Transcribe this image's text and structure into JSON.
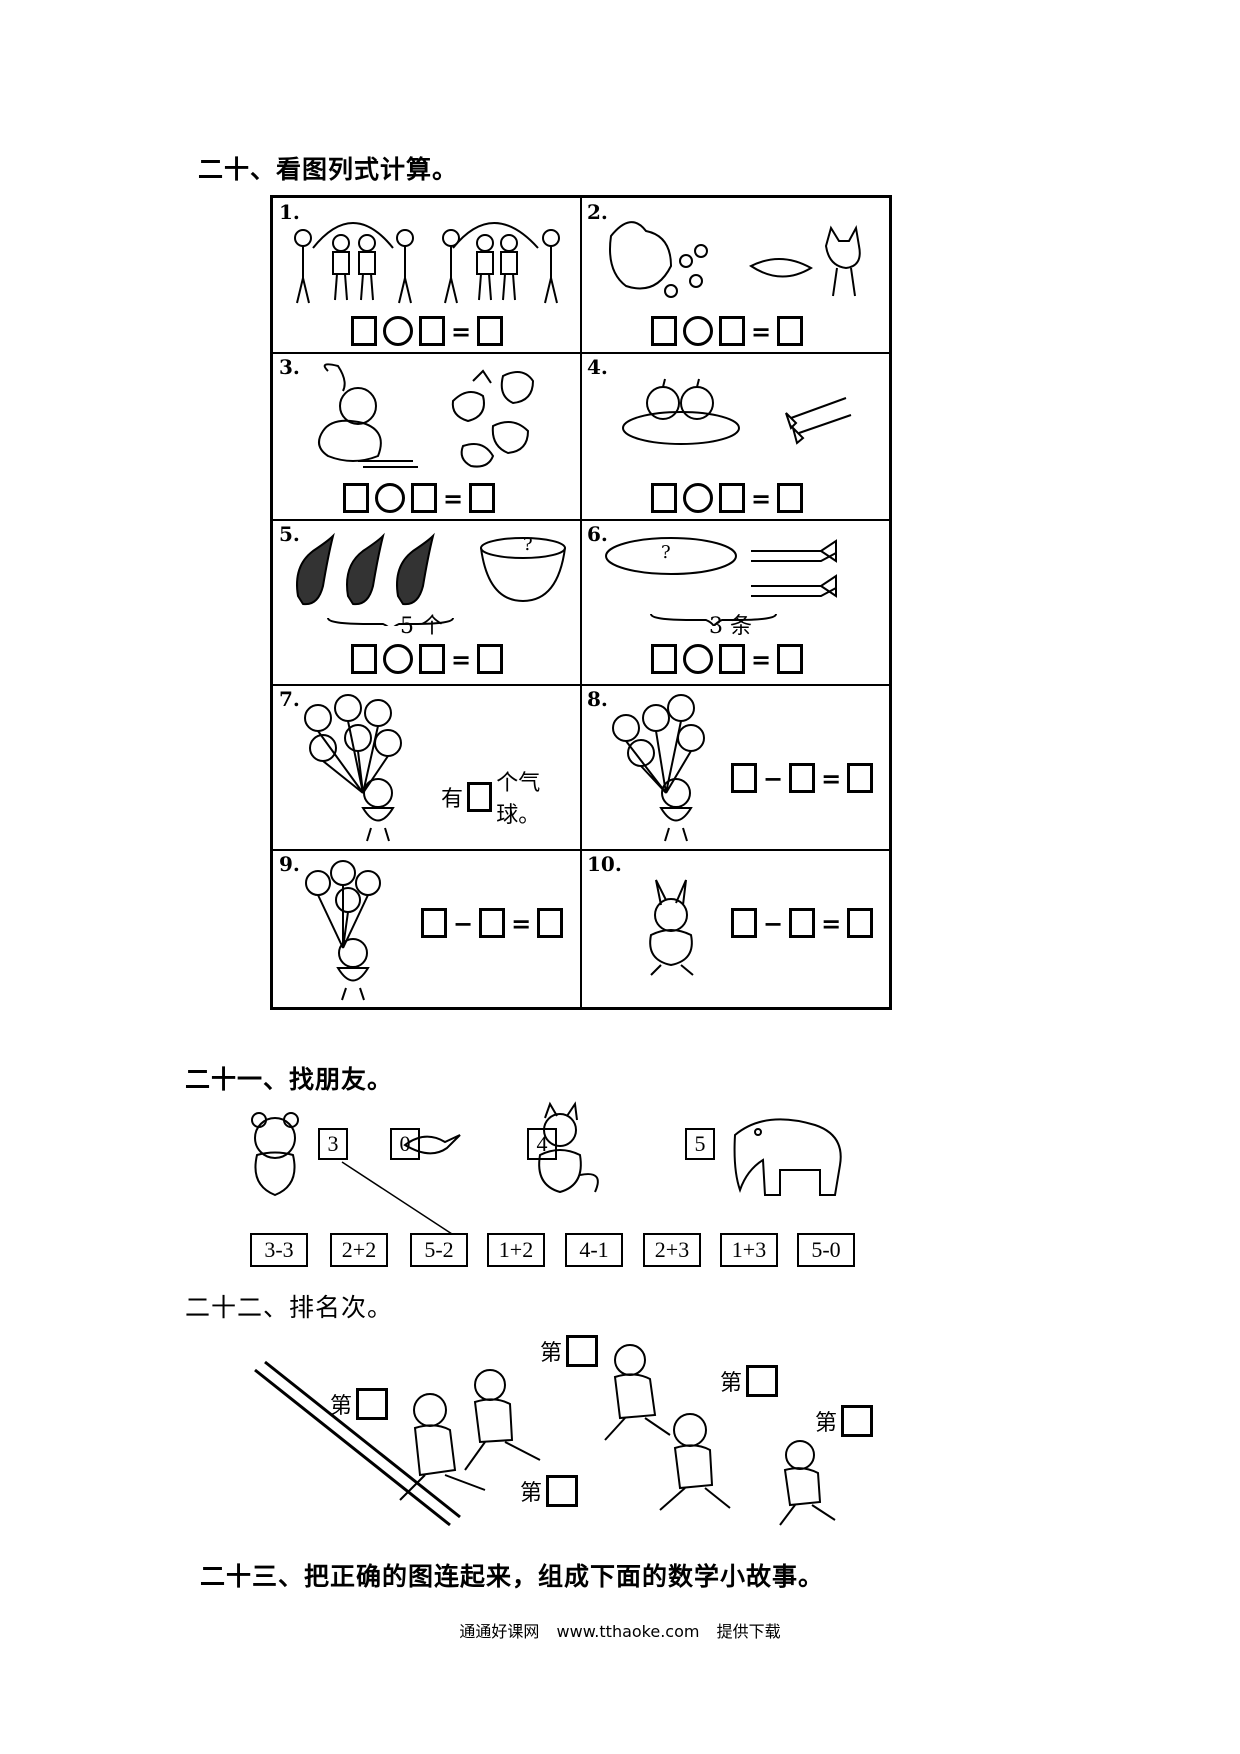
{
  "section20": {
    "title": "二十、看图列式计算。",
    "cells": [
      {
        "num": "1."
      },
      {
        "num": "2."
      },
      {
        "num": "3."
      },
      {
        "num": "4."
      },
      {
        "num": "5."
      },
      {
        "num": "6."
      },
      {
        "num": "7."
      },
      {
        "num": "8."
      },
      {
        "num": "9."
      },
      {
        "num": "10."
      }
    ],
    "labels": {
      "bowl_q": "?",
      "plate_q": "?",
      "five_count": "5 个",
      "three_count": "3 条",
      "balloon_prefix": "有",
      "balloon_suffix": "个气球。"
    },
    "ops": {
      "equals": "=",
      "minus": "−"
    }
  },
  "section21": {
    "title": "二十一、找朋友。",
    "numbers": [
      "3",
      "0",
      "4",
      "5"
    ],
    "expressions": [
      "3-3",
      "2+2",
      "5-2",
      "1+2",
      "4-1",
      "2+3",
      "1+3",
      "5-0"
    ]
  },
  "section22": {
    "title": "二十二、排名次。",
    "rank_label": "第"
  },
  "section23": {
    "title": "二十三、把正确的图连起来，组成下面的数学小故事。"
  },
  "footer": {
    "site_name": "通通好课网",
    "url": "www.tthaoke.com",
    "note": "提供下载"
  }
}
